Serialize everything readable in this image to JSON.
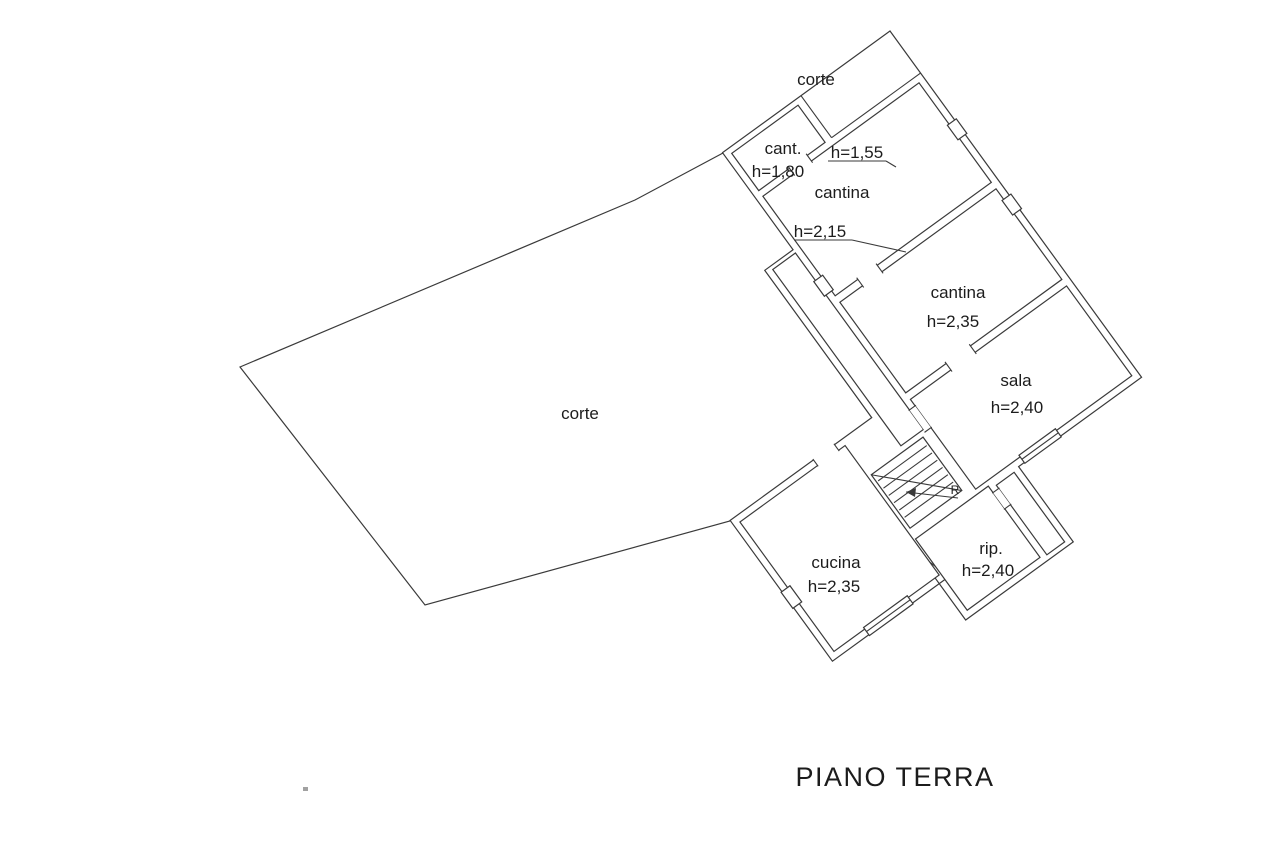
{
  "plan": {
    "title": "PIANO TERRA",
    "rooms": {
      "corte_small": {
        "label": "corte"
      },
      "corte_big": {
        "label": "corte"
      },
      "cant": {
        "label": "cant.",
        "height": "h=1,80"
      },
      "cantina_nw": {
        "label": "cantina",
        "height_upper": "h=1,55",
        "height_lower": "h=2,15"
      },
      "cantina_mid": {
        "label": "cantina",
        "height": "h=2,35"
      },
      "sala": {
        "label": "sala",
        "height": "h=2,40"
      },
      "cucina": {
        "label": "cucina",
        "height": "h=2,35"
      },
      "rip": {
        "label": "rip.",
        "height": "h=2,40"
      }
    },
    "annotations": {
      "stair_ref": "R"
    },
    "colors": {
      "line": "#3a3a3a",
      "background": "#ffffff"
    }
  }
}
